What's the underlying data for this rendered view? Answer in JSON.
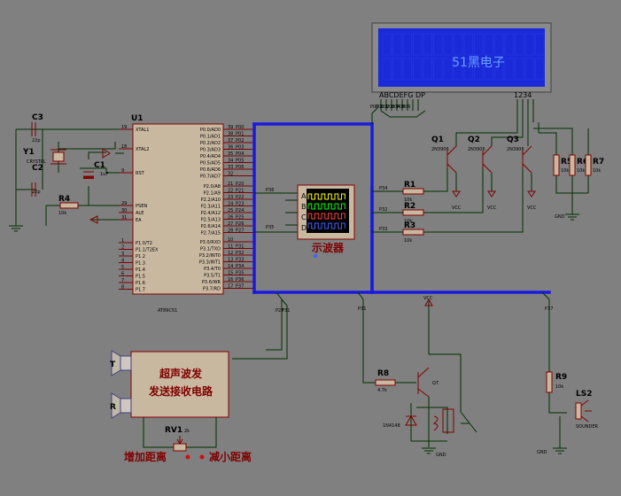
{
  "lcd": {
    "text": "51黑电子",
    "pins_left": "ABCDEFG  DP",
    "pins_right": "1234",
    "bg": "#1a2ad8",
    "text_color": "#6aa0ff"
  },
  "u1": {
    "ref": "U1",
    "part": "AT89C51",
    "left_pins": [
      {
        "num": "19",
        "name": "XTAL1"
      },
      {
        "num": "18",
        "name": "XTAL2"
      },
      {
        "num": "9",
        "name": "RST"
      },
      {
        "num": "29",
        "name": "PSEN"
      },
      {
        "num": "30",
        "name": "ALE"
      },
      {
        "num": "31",
        "name": "EA"
      }
    ],
    "p1_pins": [
      {
        "num": "1",
        "name": "P1.0/T2"
      },
      {
        "num": "2",
        "name": "P1.1/T2EX"
      },
      {
        "num": "3",
        "name": "P1.2"
      },
      {
        "num": "4",
        "name": "P1.3"
      },
      {
        "num": "5",
        "name": "P1.4"
      },
      {
        "num": "6",
        "name": "P1.5"
      },
      {
        "num": "7",
        "name": "P1.6"
      },
      {
        "num": "8",
        "name": "P1.7"
      }
    ],
    "p0_pins": [
      {
        "num": "39",
        "name": "P0.0/AD0",
        "net": "P00"
      },
      {
        "num": "38",
        "name": "P0.1/AD1",
        "net": "P01"
      },
      {
        "num": "37",
        "name": "P0.2/AD2",
        "net": "P02"
      },
      {
        "num": "36",
        "name": "P0.3/AD3",
        "net": "P03"
      },
      {
        "num": "35",
        "name": "P0.4/AD4",
        "net": "P04"
      },
      {
        "num": "34",
        "name": "P0.5/AD5",
        "net": "P05"
      },
      {
        "num": "33",
        "name": "P0.6/AD6",
        "net": "P06"
      },
      {
        "num": "32",
        "name": "P0.7/AD7",
        "net": ""
      }
    ],
    "p2_pins": [
      {
        "num": "21",
        "name": "P2.0/A8",
        "net": "P20"
      },
      {
        "num": "22",
        "name": "P2.1/A9",
        "net": "P21"
      },
      {
        "num": "23",
        "name": "P2.2/A10",
        "net": "P22"
      },
      {
        "num": "24",
        "name": "P2.3/A11",
        "net": "P23"
      },
      {
        "num": "25",
        "name": "P2.4/A12",
        "net": "P24"
      },
      {
        "num": "26",
        "name": "P2.5/A13",
        "net": "P25"
      },
      {
        "num": "27",
        "name": "P2.6/A14",
        "net": "P26"
      },
      {
        "num": "28",
        "name": "P2.7/A15",
        "net": "P27"
      }
    ],
    "p3_pins": [
      {
        "num": "10",
        "name": "P3.0/RXD",
        "net": ""
      },
      {
        "num": "11",
        "name": "P3.1/TXD",
        "net": "P31"
      },
      {
        "num": "12",
        "name": "P3.2/INT0",
        "net": "P32"
      },
      {
        "num": "13",
        "name": "P3.3/INT1",
        "net": "P33"
      },
      {
        "num": "14",
        "name": "P3.4/T0",
        "net": "P34"
      },
      {
        "num": "15",
        "name": "P3.5/T1",
        "net": "P35"
      },
      {
        "num": "16",
        "name": "P3.6/WR",
        "net": "P36"
      },
      {
        "num": "17",
        "name": "P3.7/RD",
        "net": "P37"
      }
    ]
  },
  "parts": {
    "c3": {
      "ref": "C3",
      "value": "22p"
    },
    "c2": {
      "ref": "C2",
      "value": "22p"
    },
    "y1": {
      "ref": "Y1",
      "value": "CRYSTAL"
    },
    "c1": {
      "ref": "C1",
      "value": "1uF"
    },
    "r4": {
      "ref": "R4",
      "value": "10k"
    },
    "r1": {
      "ref": "R1",
      "value": "10k"
    },
    "r2": {
      "ref": "R2",
      "value": "10k"
    },
    "r3": {
      "ref": "R3",
      "value": "10k"
    },
    "q1": {
      "ref": "Q1",
      "value": "2N3906"
    },
    "q2": {
      "ref": "Q2",
      "value": "2N3906"
    },
    "q3": {
      "ref": "Q3",
      "value": "2N3906"
    },
    "r5": {
      "ref": "R5",
      "value": "10k"
    },
    "r6": {
      "ref": "R6",
      "value": "10k"
    },
    "r7": {
      "ref": "R7",
      "value": "10k"
    },
    "r8": {
      "ref": "R8",
      "value": "4.7k"
    },
    "q7": {
      "ref": "Q7"
    },
    "d1": {
      "value": "1N4148"
    },
    "r9": {
      "ref": "R9",
      "value": "10k"
    },
    "ls2": {
      "ref": "LS2",
      "value": "SOUNDER"
    },
    "rv1": {
      "ref": "RV1",
      "value": "2k"
    }
  },
  "nets": {
    "p34": "P34",
    "p32": "P32",
    "p33": "P33",
    "p36": "P36",
    "p35": "P35",
    "p27": "P27",
    "p31": "P31",
    "p37": "P37",
    "vcc": "VCC",
    "gnd": "GND"
  },
  "scope": {
    "label": "示波器",
    "channels": [
      "A",
      "B",
      "C",
      "D"
    ],
    "colors": [
      "#ffff00",
      "#00ff00",
      "#ff4040",
      "#4060ff"
    ]
  },
  "ultrasonic": {
    "line1": "超声波发",
    "line2": "发送接收电路",
    "t": "T",
    "r": "R"
  },
  "distance": {
    "increase": "增加距离",
    "decrease": "减小距离"
  }
}
